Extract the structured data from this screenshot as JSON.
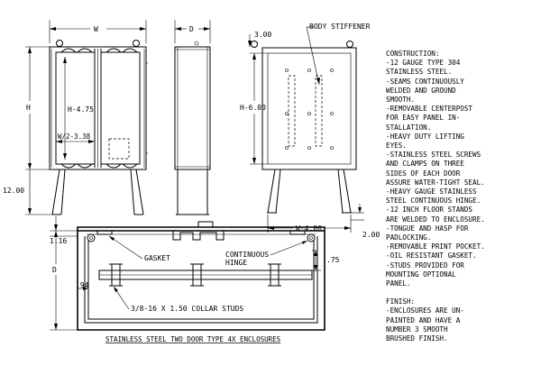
{
  "labels": {
    "W": "W",
    "D": "D",
    "H": "H",
    "H_4_75": "H-4.75",
    "W2_3_38": "W/2-3.38",
    "dim_12_00": "12.00",
    "dim_3_00": "3.00",
    "body_stiffener": "BODY STIFFENER",
    "H_6_00": "H-6.00",
    "W_4_00": "W-4.00",
    "dim_2_00": "2.00",
    "dim_1_16": "1.16",
    "D_section": "D",
    "dim_94": ".94",
    "gasket": "GASKET",
    "continuous": "CONTINUOUS",
    "hinge": "HINGE",
    "dim_75": ".75",
    "collar_studs": "3/8-16 X 1.50 COLLAR STUDS",
    "drawing_title": "STAINLESS STEEL TWO DOOR TYPE 4X ENCLOSURES"
  },
  "construction": {
    "heading": "CONSTRUCTION:",
    "lines": [
      "-12 GAUGE TYPE 304",
      "STAINLESS STEEL.",
      "-SEAMS CONTINUOUSLY",
      "WELDED AND GROUND",
      "SMOOTH.",
      "-REMOVABLE CENTERPOST",
      "FOR EASY PANEL IN-",
      "STALLATION.",
      "-HEAVY DUTY LIFTING",
      "EYES.",
      "-STAINLESS STEEL SCREWS",
      "AND CLAMPS ON THREE",
      "SIDES OF EACH DOOR",
      "ASSURE WATER-TIGHT SEAL.",
      "-HEAVY GAUGE STAINLESS",
      "STEEL CONTINUOUS HINGE.",
      "-12 INCH FLOOR STANDS",
      "ARE WELDED TO ENCLOSURE.",
      "-TONGUE AND HASP FOR",
      "PADLOCKING.",
      "-REMOVABLE PRINT POCKET.",
      "-OIL RESISTANT GASKET.",
      "-STUDS PROVIDED FOR",
      "MOUNTING OPTIONAL",
      "PANEL."
    ]
  },
  "finish": {
    "heading": "FINISH:",
    "lines": [
      "-ENCLOSURES ARE UN-",
      "PAINTED AND HAVE A",
      "NUMBER 3 SMOOTH",
      "BRUSHED FINISH."
    ]
  }
}
